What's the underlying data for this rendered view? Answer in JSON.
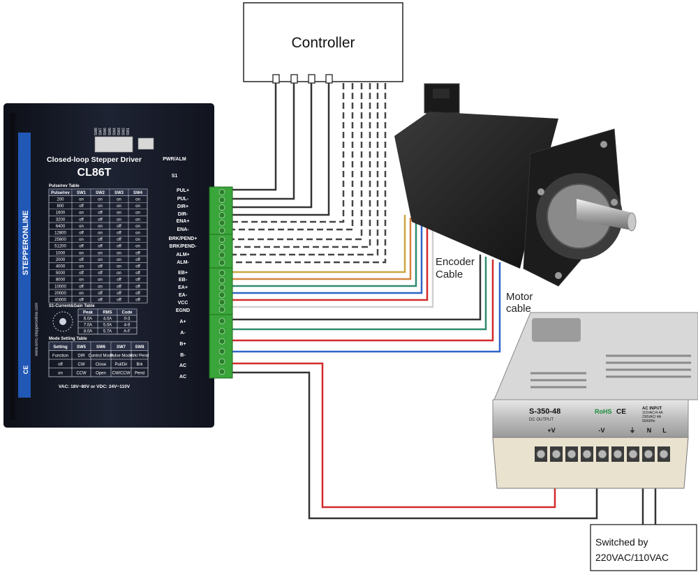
{
  "controller": {
    "label": "Controller"
  },
  "driver": {
    "brand": "STEPPERONLINE",
    "title": "Closed-loop Stepper Driver",
    "model": "CL86T",
    "pwr_alm": "PWR/ALM",
    "s1": "S1",
    "sw_header": [
      "SW8",
      "SW7",
      "SW6",
      "SW5",
      "SW4",
      "SW3",
      "SW2",
      "SW1"
    ],
    "website": "www.omc-stepperonline.com",
    "ce": "CE",
    "pulse_table": {
      "title": "Pulse/rev Table",
      "headers": [
        "Pulse/rev",
        "SW1",
        "SW2",
        "SW3",
        "SW4"
      ],
      "rows": [
        [
          "200",
          "on",
          "on",
          "on",
          "on"
        ],
        [
          "800",
          "off",
          "on",
          "on",
          "on"
        ],
        [
          "1600",
          "on",
          "off",
          "on",
          "on"
        ],
        [
          "3200",
          "off",
          "off",
          "on",
          "on"
        ],
        [
          "6400",
          "on",
          "on",
          "off",
          "on"
        ],
        [
          "12800",
          "off",
          "on",
          "off",
          "on"
        ],
        [
          "25600",
          "on",
          "off",
          "off",
          "on"
        ],
        [
          "51200",
          "off",
          "off",
          "off",
          "on"
        ],
        [
          "1000",
          "on",
          "on",
          "on",
          "off"
        ],
        [
          "2000",
          "off",
          "on",
          "on",
          "off"
        ],
        [
          "4000",
          "on",
          "off",
          "on",
          "off"
        ],
        [
          "5000",
          "off",
          "off",
          "on",
          "off"
        ],
        [
          "8000",
          "on",
          "on",
          "off",
          "off"
        ],
        [
          "10000",
          "off",
          "on",
          "off",
          "off"
        ],
        [
          "20000",
          "on",
          "off",
          "off",
          "off"
        ],
        [
          "40000",
          "off",
          "off",
          "off",
          "off"
        ]
      ]
    },
    "current_table": {
      "title": "S1-Current&Gain Table",
      "headers": [
        "Peak",
        "RMS",
        "Code"
      ],
      "rows": [
        [
          "6.0A",
          "4.0A",
          "0-3"
        ],
        [
          "7.0A",
          "5.0A",
          "4-9"
        ],
        [
          "8.0A",
          "5.7A",
          "A-F"
        ]
      ]
    },
    "mode_table": {
      "title": "Mode Setting Table",
      "headers": [
        "Setting",
        "SW5",
        "SW6",
        "SW7",
        "SW8"
      ],
      "rows": [
        [
          "Function",
          "DIR",
          "Control Mode",
          "Pulse Mode",
          "Brk/ Pend"
        ],
        [
          "off",
          "CW",
          "Close",
          "Pul/Dir",
          "Brk"
        ],
        [
          "on",
          "CCW",
          "Open",
          "CW/CCW",
          "Pend"
        ]
      ]
    },
    "voltage": "VAC: 18V~80V or VDC: 24V~110V",
    "terminals": [
      "PUL+",
      "PUL-",
      "DIR+",
      "DIR-",
      "ENA+",
      "ENA-",
      "BRK/PEND+",
      "BRK/PEND-",
      "ALM+",
      "ALM-",
      "EB+",
      "EB-",
      "EA+",
      "EA-",
      "VCC",
      "EGND",
      "A+",
      "A-",
      "B+",
      "B-",
      "AC",
      "AC"
    ]
  },
  "labels": {
    "encoder_cable": [
      "Encoder",
      "Cable"
    ],
    "motor_cable": [
      "Motor",
      "cable"
    ],
    "switched_by": [
      "Switched by",
      "220VAC/110VAC"
    ]
  },
  "psu": {
    "model": "S-350-48",
    "dc_output": "DC OUTPUT",
    "rohs": "RoHS",
    "ce": "CE",
    "ac_input": [
      "AC INPUT",
      "115VAC/4.4A",
      "230VAC/ 4A",
      "50/60Hz"
    ],
    "terminals": [
      "+V",
      "-V",
      "⏚",
      "N",
      "L"
    ]
  },
  "colors": {
    "wire_dark": "#333333",
    "wire_red": "#d22a2a",
    "wire_green": "#2e8b6e",
    "wire_blue": "#2f64c8",
    "wire_yellow": "#c9a640",
    "wire_orange": "#d4833a",
    "wire_light": "#c8c8c8",
    "terminal_green": "#3aa53a",
    "driver_body": "#1b1f2c",
    "driver_stripe": "#2157b5"
  }
}
